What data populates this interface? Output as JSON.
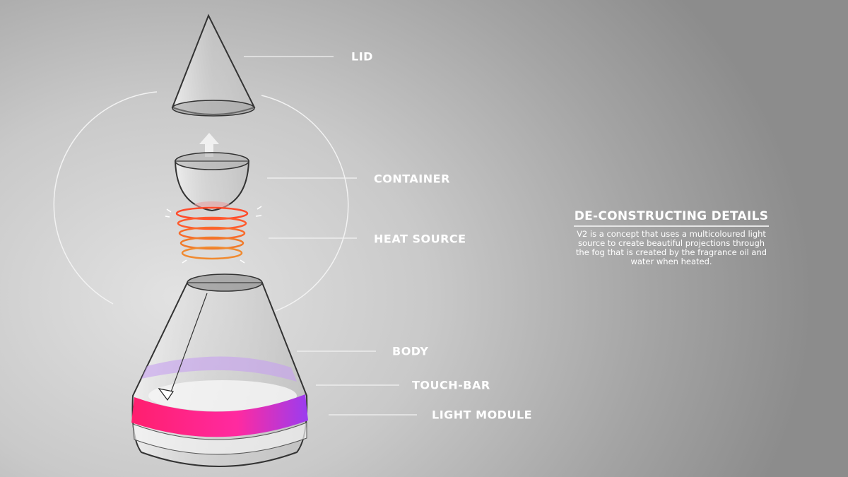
{
  "labels": {
    "lid": "LID",
    "container": "CONTAINER",
    "heat_source": "HEAT SOURCE",
    "body": "BODY",
    "touch_bar": "TOUCH-BAR",
    "light_module": "LIGHT MODULE"
  },
  "info": {
    "title": "DE-CONSTRUCTING DETAILS",
    "text": "V2 is a concept that uses a multicoloured light source to create beautiful projections through the fog that is created by the fragrance oil and water when heated."
  },
  "colors": {
    "heat_coil": "#f07a2a",
    "light_band_start": "#ff1f7a",
    "light_band_end": "#9a3cf0"
  }
}
